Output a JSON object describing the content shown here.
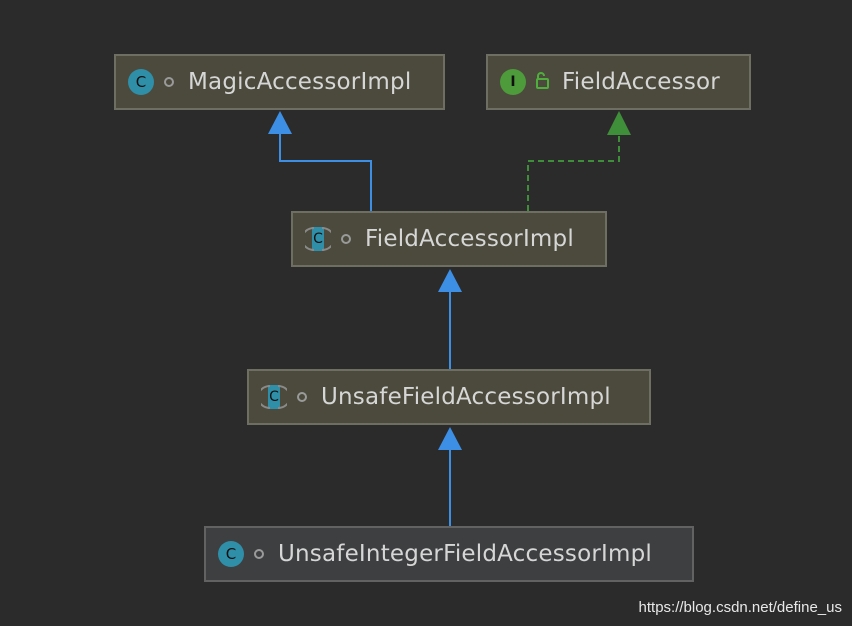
{
  "nodes": {
    "magic_accessor_impl": {
      "label": "MagicAccessorImpl",
      "kind": "class",
      "icon_letter": "C"
    },
    "field_accessor": {
      "label": "FieldAccessor",
      "kind": "interface",
      "icon_letter": "I"
    },
    "field_accessor_impl": {
      "label": "FieldAccessorImpl",
      "kind": "abstract-class",
      "icon_letter": "C"
    },
    "unsafe_field_accessor_impl": {
      "label": "UnsafeFieldAccessorImpl",
      "kind": "abstract-class",
      "icon_letter": "C"
    },
    "unsafe_integer_field_accessor_impl": {
      "label": "UnsafeIntegerFieldAccessorImpl",
      "kind": "class",
      "icon_letter": "C"
    }
  },
  "edges": [
    {
      "from": "field_accessor_impl",
      "to": "magic_accessor_impl",
      "type": "extends"
    },
    {
      "from": "field_accessor_impl",
      "to": "field_accessor",
      "type": "implements"
    },
    {
      "from": "unsafe_field_accessor_impl",
      "to": "field_accessor_impl",
      "type": "extends"
    },
    {
      "from": "unsafe_integer_field_accessor_impl",
      "to": "unsafe_field_accessor_impl",
      "type": "extends"
    }
  ],
  "colors": {
    "background": "#2b2b2b",
    "extends_edge": "#3d8fe6",
    "implements_edge": "#3f8f3a",
    "class_icon": "#2f8fa8",
    "interface_icon": "#4d9b3b"
  },
  "watermark": "https://blog.csdn.net/define_us"
}
